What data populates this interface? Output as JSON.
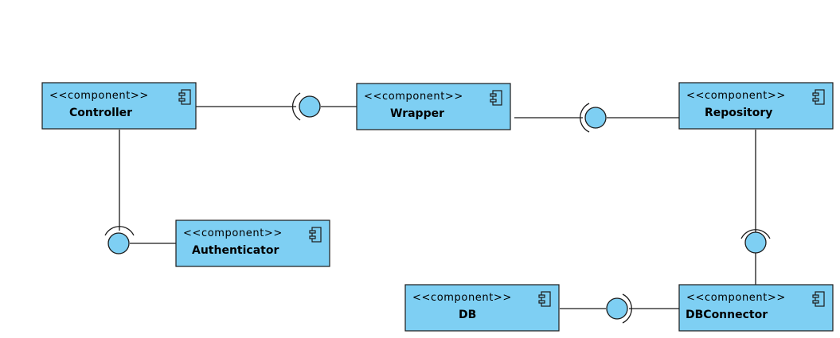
{
  "diagram": {
    "components": [
      {
        "id": "controller",
        "stereotype": "<<component>>",
        "name": "Controller"
      },
      {
        "id": "wrapper",
        "stereotype": "<<component>>",
        "name": "Wrapper"
      },
      {
        "id": "repository",
        "stereotype": "<<component>>",
        "name": "Repository"
      },
      {
        "id": "authenticator",
        "stereotype": "<<component>>",
        "name": "Authenticator"
      },
      {
        "id": "db",
        "stereotype": "<<component>>",
        "name": "DB"
      },
      {
        "id": "dbconnector",
        "stereotype": "<<component>>",
        "name": "DBConnector"
      }
    ],
    "interfaces": [
      {
        "provider": "wrapper",
        "consumer": "controller"
      },
      {
        "provider": "repository",
        "consumer": "wrapper"
      },
      {
        "provider": "authenticator",
        "consumer": "controller"
      },
      {
        "provider": "dbconnector",
        "consumer": "repository"
      },
      {
        "provider": "db",
        "consumer": "dbconnector"
      }
    ],
    "colors": {
      "component_fill": "#7ecff3",
      "stroke": "#1a1a1a"
    },
    "icon": "component-icon"
  }
}
